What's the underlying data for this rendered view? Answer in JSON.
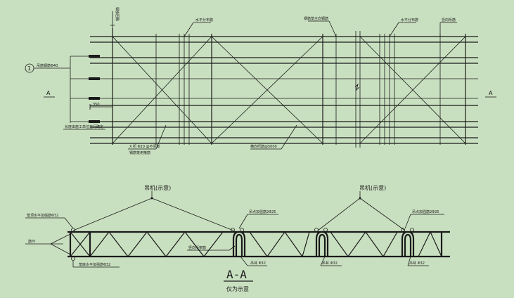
{
  "plan": {
    "label_top_vertical": "锚固钢筋",
    "label_horizontal_dist_1": "水平分布筋",
    "label_main_dir": "钢筋笼主向钢筋",
    "label_horizontal_dist_2": "水平分布筋",
    "label_vertical_tie": "竖向桁筋",
    "circle_mark": "1",
    "label_hanger": "吊筋钢筋Φ40",
    "section_mark_left": "A",
    "section_mark_right": "A",
    "dim_350": "350",
    "label_under_tie": "长度由施工单位自行确定",
    "label_truss_note": "X 桁 Φ20 @不间断",
    "label_truss_note2": "钢筋笼用箍筋",
    "label_vertical_spacing": "横向桁筋@5000"
  },
  "section": {
    "crane_left": "吊机(示意)",
    "crane_right": "吊机(示意)",
    "top_rebar_left": "笼顶水平加强筋Φ32",
    "hook_rebar_1": "吊点加强筋2Φ25",
    "hook_rebar_2": "吊点加强筋2Φ25",
    "rebar_ring": "筋环",
    "vertical_truss": "竖向桁架筋",
    "bottom_rebar_left": "笼底水平加强筋Φ32",
    "hook_ear_1": "吊耳 Φ32",
    "hook_ear_2": "吊耳 Φ32",
    "hook_ear_3": "吊耳 Φ32",
    "title": "A-A",
    "subtitle": "仅为示意"
  }
}
